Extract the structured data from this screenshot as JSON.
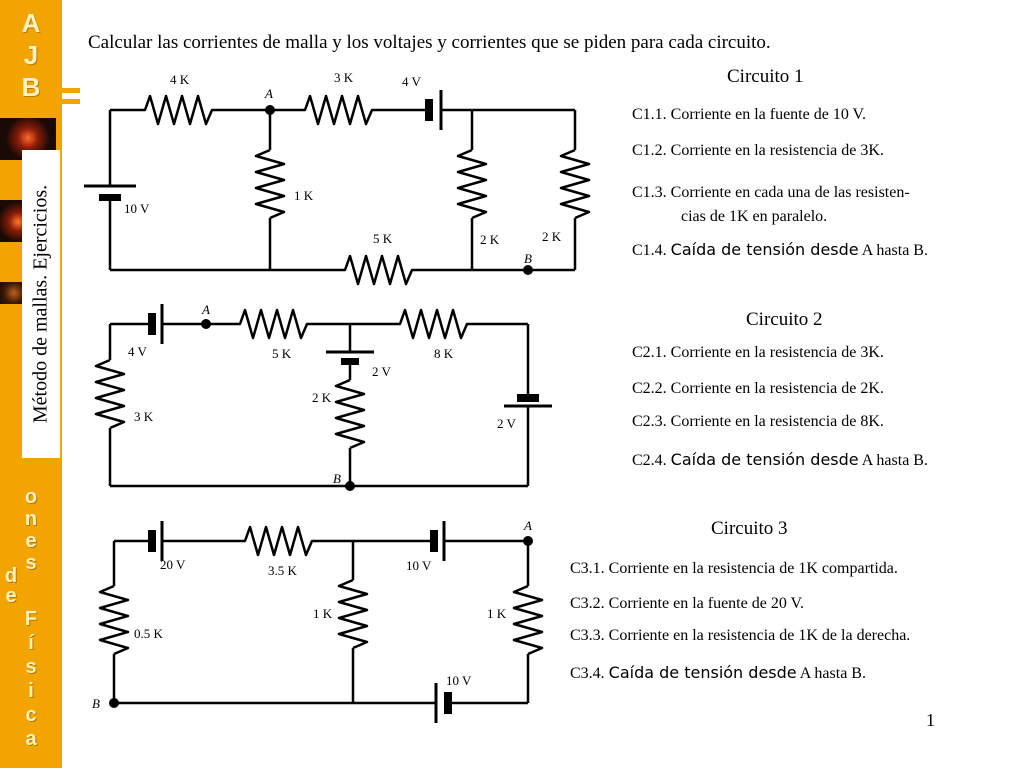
{
  "sidebar": {
    "letters": [
      "A",
      "J",
      "B",
      "o",
      "n",
      "e",
      "s",
      "d",
      "e",
      "F",
      "í",
      "s",
      "i",
      "c",
      "a"
    ],
    "vertical_label": "Método de mallas. Ejercicios.",
    "color": "#f2a500"
  },
  "title": "Calcular las corrientes de malla y los voltajes y corrientes que se piden para cada circuito.",
  "circuits": [
    {
      "heading": "Circuito 1",
      "questions": [
        {
          "prefix": "C1.1.",
          "text": "Corriente en la fuente de 10 V."
        },
        {
          "prefix": "C1.2.",
          "text": "Corriente en la resistencia de 3K."
        },
        {
          "prefix": "C1.3.",
          "text": "Corriente en cada una de las resisten-",
          "cont": "cias de 1K en paralelo."
        },
        {
          "prefix": "C1.4.",
          "sans": "Caída de tensión desde",
          "text": "A hasta B."
        }
      ],
      "labels": {
        "r1": "4 K",
        "r2": "3 K",
        "v2": "4 V",
        "v1": "10 V",
        "r3": "1 K",
        "r4": "5 K",
        "r5": "2 K",
        "r6": "2 K",
        "A": "A",
        "B": "B"
      }
    },
    {
      "heading": "Circuito 2",
      "questions": [
        {
          "prefix": "C2.1.",
          "text": "Corriente en la resistencia de 3K."
        },
        {
          "prefix": "C2.2.",
          "text": "Corriente en la resistencia de 2K."
        },
        {
          "prefix": "C2.3.",
          "text": "Corriente en la resistencia de 8K."
        },
        {
          "prefix": "C2.4.",
          "sans": "Caída de tensión desde",
          "text": "A hasta B."
        }
      ],
      "labels": {
        "v1": "4 V",
        "r1": "5 K",
        "r2": "8 K",
        "v2": "2 V",
        "r3": "2 K",
        "r4": "3 K",
        "v3": "2 V",
        "A": "A",
        "B": "B"
      }
    },
    {
      "heading": "Circuito 3",
      "questions": [
        {
          "prefix": "C3.1.",
          "text": "Corriente en la resistencia de 1K compartida."
        },
        {
          "prefix": "C3.2.",
          "text": "Corriente en la fuente de 20 V."
        },
        {
          "prefix": "C3.3.",
          "text": "Corriente en la resistencia de 1K de la derecha."
        },
        {
          "prefix": "C3.4.",
          "sans": "Caída de tensión desde",
          "text": "A hasta B."
        }
      ],
      "labels": {
        "v1": "20 V",
        "r1": "3.5 K",
        "v2": "10 V",
        "r2": "0.5 K",
        "r3": "1 K",
        "r4": "1 K",
        "v3": "10 V",
        "A": "A",
        "B": "B"
      }
    }
  ],
  "page_number": "1"
}
